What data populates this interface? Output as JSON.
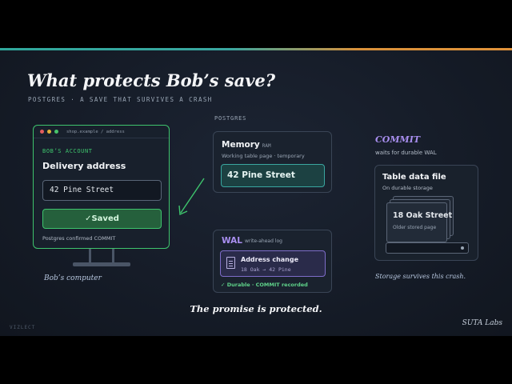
{
  "colors": {
    "accent_teal": "#3aa6a0",
    "accent_orange": "#e0923a",
    "success_green": "#3ec46d",
    "wal_purple": "#a98ff0",
    "background": "#161c27"
  },
  "slide": {
    "title": "What protects Bob’s save?",
    "subtitle": "POSTGRES · A SAVE THAT SURVIVES A CRASH",
    "promise": "The promise is protected.",
    "brand_left": "VIZLECT",
    "brand_right": "SUTA Labs"
  },
  "computer": {
    "url": "shop.example / address",
    "account_label": "BOB’S ACCOUNT",
    "heading": "Delivery address",
    "address_value": "42 Pine Street",
    "saved_label": "✓Saved",
    "confirm_text": "Postgres confirmed COMMIT",
    "caption": "Bob’s computer",
    "window_dots": [
      "#e35d5d",
      "#e0b23a",
      "#47c46a"
    ]
  },
  "postgres": {
    "label": "POSTGRES",
    "memory": {
      "title": "Memory",
      "tag": "RAM",
      "subtitle": "Working table page · temporary",
      "value": "42 Pine Street"
    },
    "wal": {
      "title": "WAL",
      "subtitle": "write-ahead log",
      "entry_title": "Address change",
      "entry_change": "18 Oak → 42 Pine",
      "status": "✓ Durable · COMMIT recorded",
      "icon": "document-icon"
    }
  },
  "storage": {
    "commit_label": "COMMIT",
    "commit_sub": "waits for durable WAL",
    "title": "Table data file",
    "subtitle": "On durable storage",
    "page_value": "18 Oak Street",
    "page_sub": "Older stored page",
    "caption": "Storage survives this crash."
  }
}
